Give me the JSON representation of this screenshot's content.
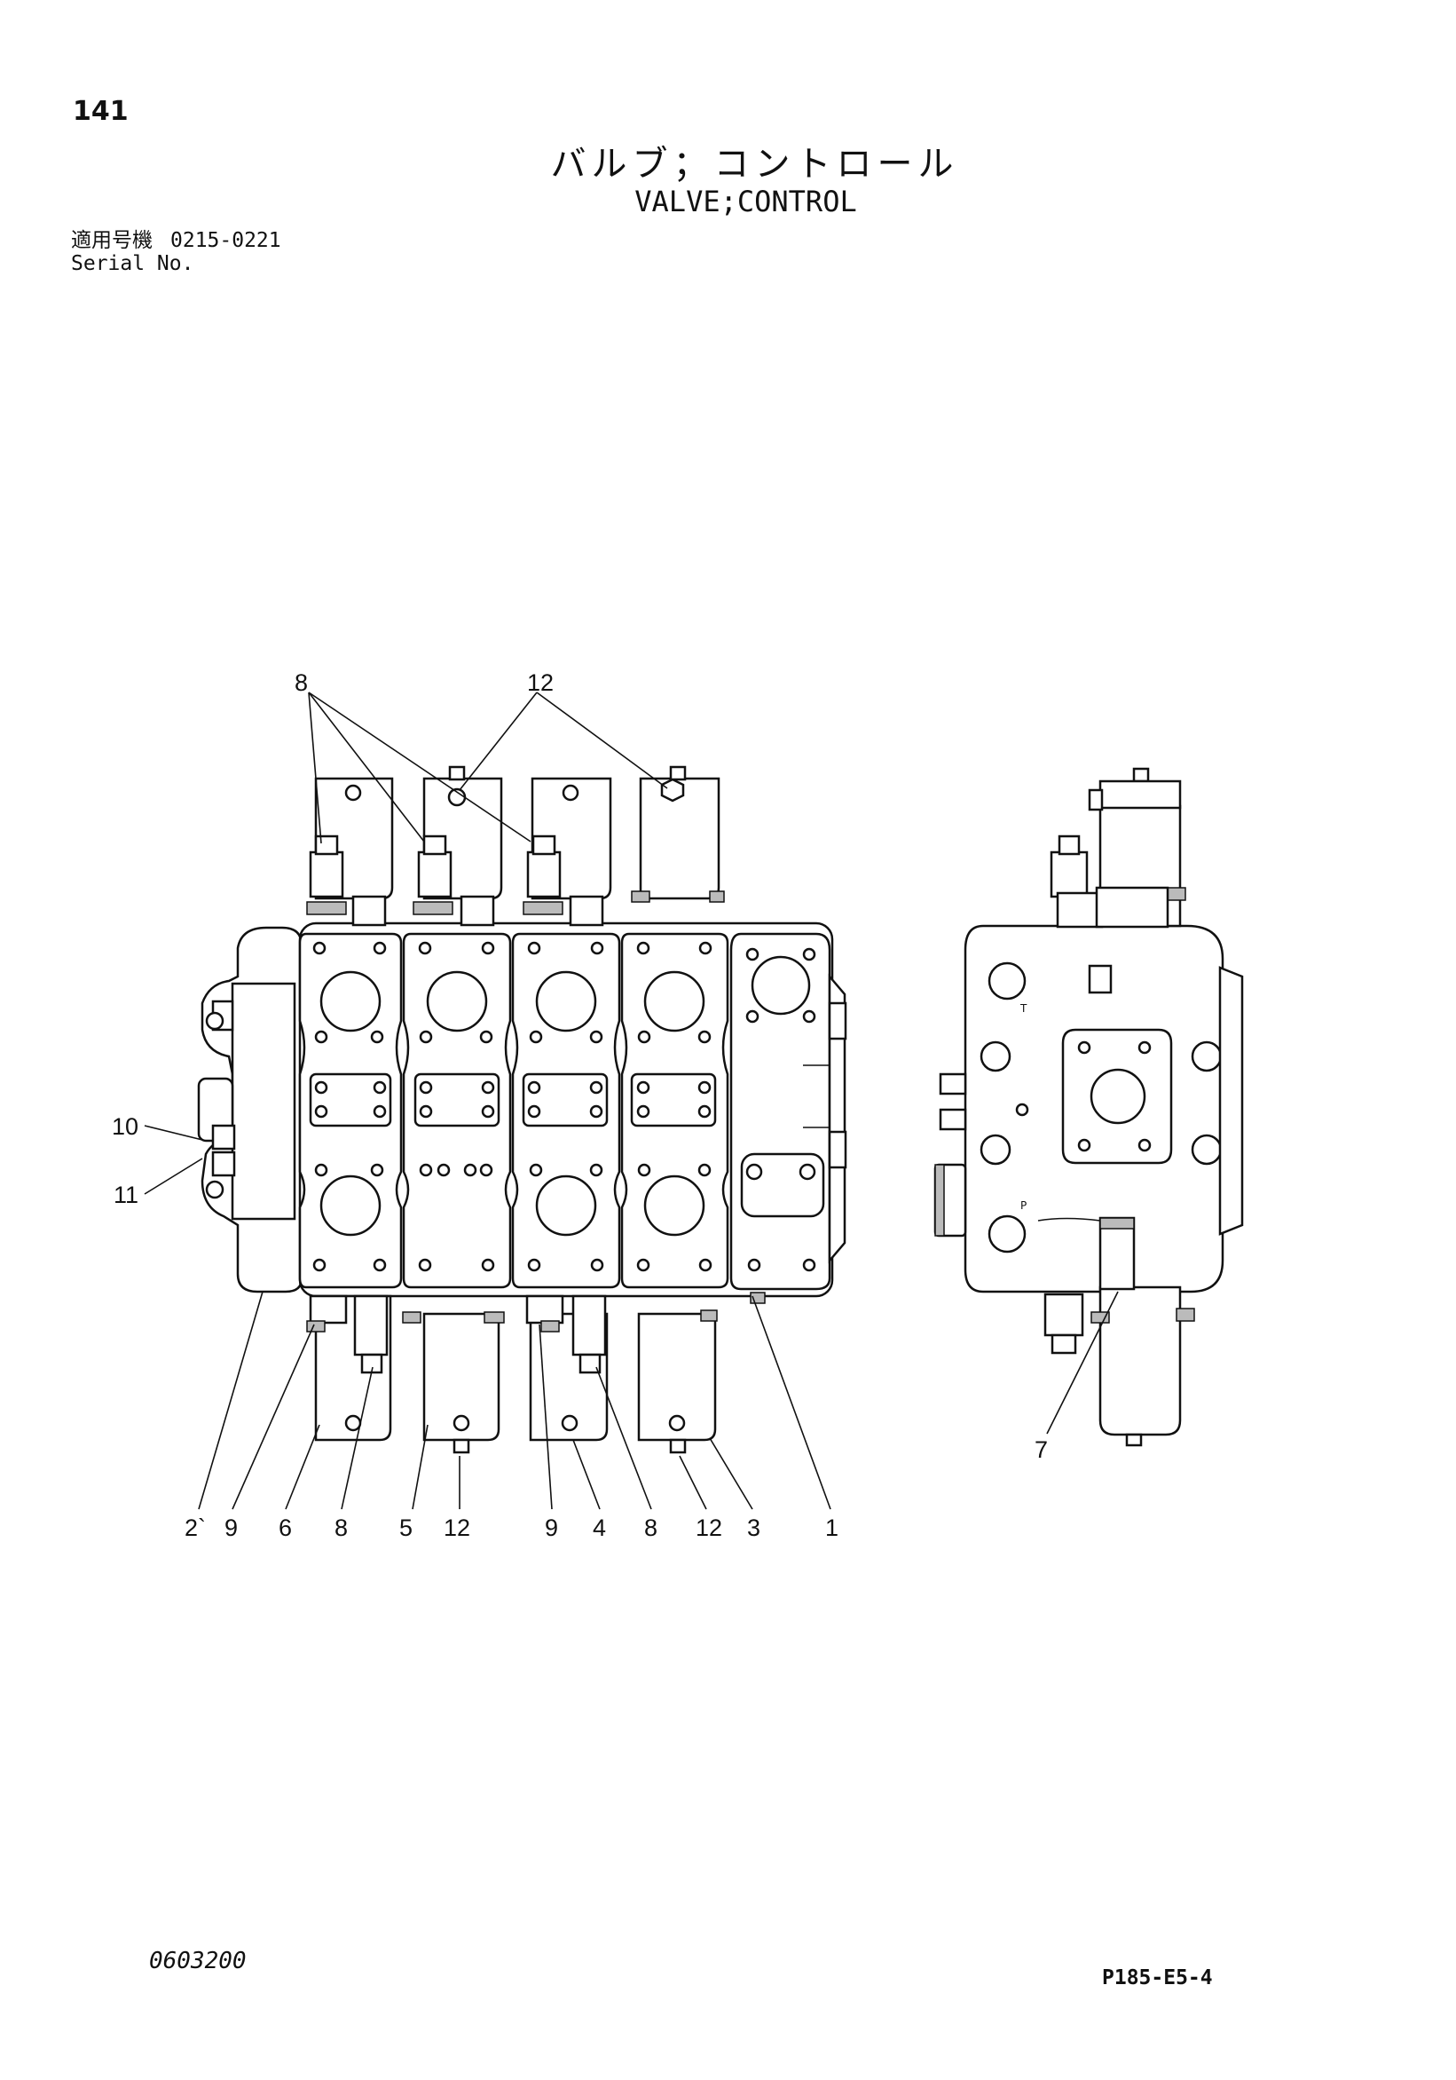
{
  "header": {
    "page_number": "141",
    "title_jp": "バルブ；コントロール",
    "title_en": "VALVE;CONTROL",
    "serial_label_jp": "適用号機",
    "serial_range": "0215-0221",
    "serial_label_en": "Serial No."
  },
  "diagram": {
    "callouts": [
      {
        "id": "c8-top",
        "text": "8"
      },
      {
        "id": "c12-top",
        "text": "12"
      },
      {
        "id": "c10",
        "text": "10"
      },
      {
        "id": "c11",
        "text": "11"
      },
      {
        "id": "c2",
        "text": "2`"
      },
      {
        "id": "c9a",
        "text": "9"
      },
      {
        "id": "c6",
        "text": "6"
      },
      {
        "id": "c8a",
        "text": "8"
      },
      {
        "id": "c5",
        "text": "5"
      },
      {
        "id": "c12a",
        "text": "12"
      },
      {
        "id": "c9b",
        "text": "9"
      },
      {
        "id": "c4",
        "text": "4"
      },
      {
        "id": "c8b",
        "text": "8"
      },
      {
        "id": "c12b",
        "text": "12"
      },
      {
        "id": "c3",
        "text": "3"
      },
      {
        "id": "c1",
        "text": "1"
      },
      {
        "id": "c7",
        "text": "7"
      }
    ],
    "port_labels": {
      "tank": "T",
      "pump": "P"
    }
  },
  "footer": {
    "doc_code": "0603200",
    "page_code": "P185-E5-4"
  }
}
